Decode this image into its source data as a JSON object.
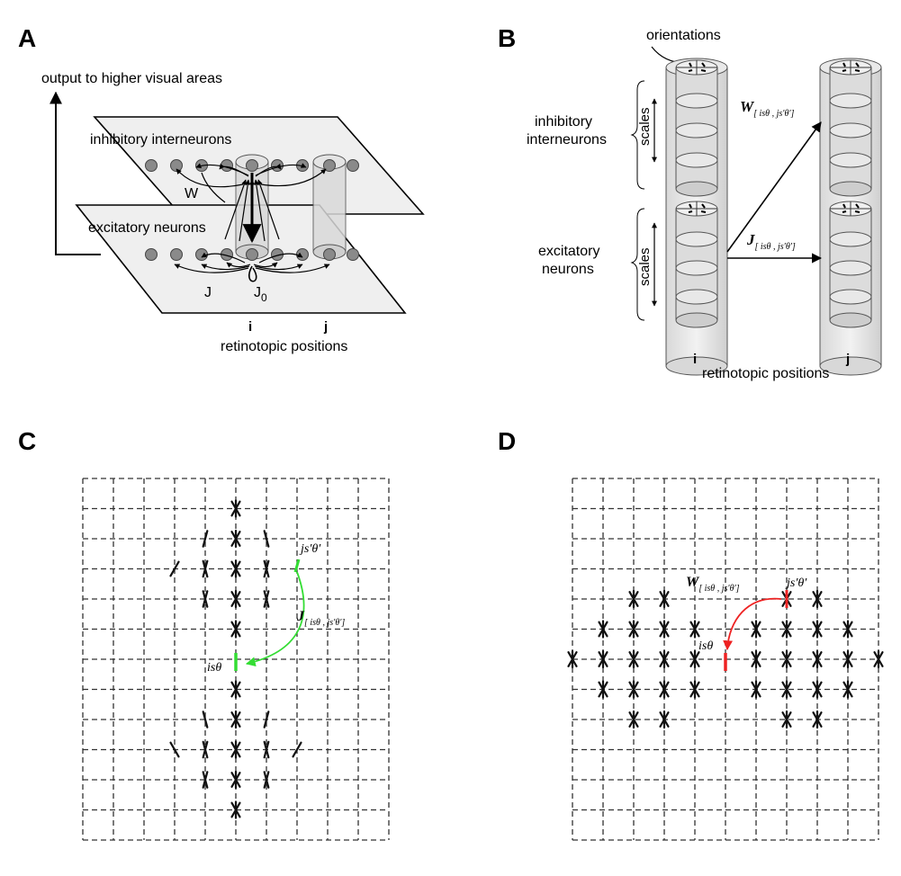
{
  "panels": {
    "A": {
      "letter": "A",
      "output_label": "output to higher visual areas",
      "inhibitory_label": "inhibitory interneurons",
      "excitatory_label": "excitatory neurons",
      "w_label": "W",
      "j_label": "J",
      "j0_label": "J",
      "j0_sub": "0",
      "i_label": "i",
      "j_pos_label": "j",
      "positions_label": "retinotopic positions"
    },
    "B": {
      "letter": "B",
      "orientations_label": "orientations",
      "inhibitory_label_1": "inhibitory",
      "inhibitory_label_2": "interneurons",
      "excitatory_label_1": "excitatory",
      "excitatory_label_2": "neurons",
      "scales_label": "scales",
      "w_main": "W",
      "w_sub": "[ isθ , js′θ′]",
      "j_main": "J",
      "j_sub": "[ isθ , js′θ′]",
      "i_label": "i",
      "j_pos_label": "j",
      "positions_label": "retinotopic positions"
    },
    "C": {
      "letter": "C",
      "source_label": "js′θ′",
      "target_label": "isθ",
      "j_main": "J",
      "j_sub": "[ isθ , js′θ′]",
      "arrow_color": "#33dd33",
      "grid_cols": 10,
      "grid_rows": 12,
      "target_cell": [
        5,
        6
      ]
    },
    "D": {
      "letter": "D",
      "source_label": "js′θ′",
      "target_label": "isθ",
      "w_main": "W",
      "w_sub": "[ isθ , js′θ′]",
      "arrow_color": "#ee2222",
      "grid_cols": 10,
      "grid_rows": 12,
      "target_cell": [
        5,
        6
      ]
    }
  }
}
